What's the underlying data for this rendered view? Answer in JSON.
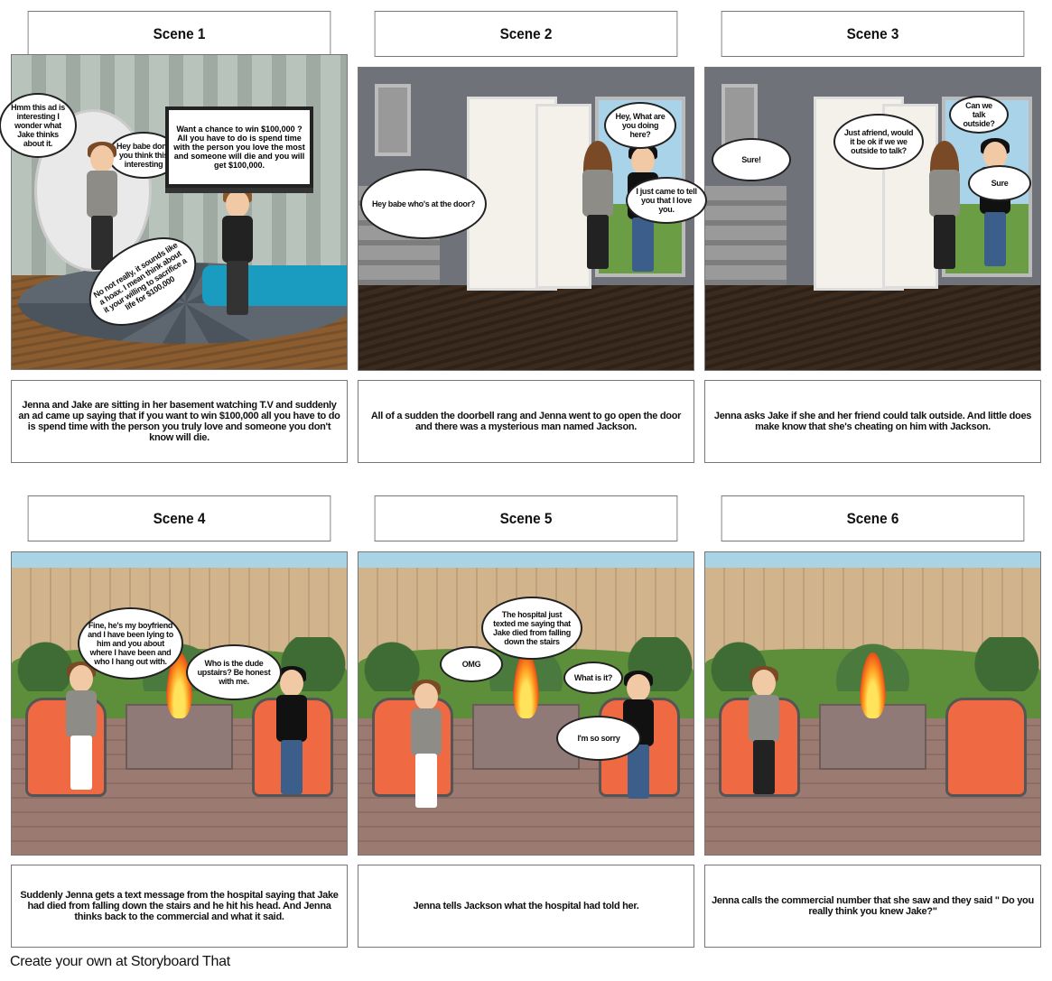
{
  "scenes": [
    {
      "title": "Scene 1",
      "caption": "Jenna and Jake are sitting in her basement watching T.V and suddenly an ad came up saying that if you want to win $100,000 all you have to do is spend time with the person you truly love and someone you don't know will die.",
      "tv_text": "Want a chance to win $100,000 ? All you have to do is spend time with the person you love the most and someone will die and you will get $100,000.",
      "bubbles": [
        "Hmm this ad is interesting I wonder what Jake thinks about it.",
        "Hey babe don't you think this interesting",
        "No not really, it sounds like a hoax. I mean think about it your willing to sacrifice a life for $100,000"
      ]
    },
    {
      "title": "Scene 2",
      "caption": "All of a sudden the doorbell rang and Jenna went to go open the door and there was a mysterious man named Jackson.",
      "bubbles": [
        "Hey babe who's at the door?",
        "Hey, What are you doing here?",
        "I just came to tell you that I love you."
      ]
    },
    {
      "title": "Scene 3",
      "caption": "Jenna asks Jake if she and her friend could talk outside. And little does make know that she's cheating on him with Jackson.",
      "bubbles": [
        "Sure!",
        "Just afriend, would it be ok if we we outside to talk?",
        "Can we talk outside?",
        "Sure"
      ]
    },
    {
      "title": "Scene 4",
      "caption": "Suddenly Jenna gets a text message from the hospital saying that Jake had died from falling down the stairs and he hit his head. And Jenna thinks back to the commercial and what it said.",
      "bubbles": [
        "Fine, he's my boyfriend and I have been lying to him and you about where I have been and who I hang out with.",
        "Who is the dude upstairs? Be honest with me."
      ]
    },
    {
      "title": "Scene 5",
      "caption": "Jenna tells Jackson what the hospital had told her.",
      "bubbles": [
        "The hospital just texted me saying that Jake died from falling down the stairs",
        "OMG",
        "What is it?",
        "I'm so sorry"
      ]
    },
    {
      "title": "Scene 6",
      "caption": "Jenna calls the commercial number that she saw and they said \" Do you really think you knew Jake?\"",
      "bubbles": []
    }
  ],
  "footer": "Create your own at Storyboard That"
}
